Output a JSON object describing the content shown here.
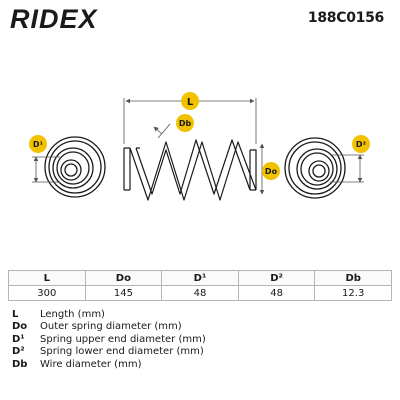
{
  "brand": {
    "logo_text": "RIDEX",
    "part_number": "188C0156"
  },
  "diagram": {
    "labels": {
      "length": "L",
      "wire_diameter": "Db",
      "outer_diameter": "Do",
      "upper_end": "D¹",
      "lower_end": "D²"
    }
  },
  "table": {
    "headers": [
      "L",
      "Do",
      "D¹",
      "D²",
      "Db"
    ],
    "values": [
      "300",
      "145",
      "48",
      "48",
      "12.3"
    ]
  },
  "legend": [
    {
      "symbol": "L",
      "description": "Length (mm)"
    },
    {
      "symbol": "Do",
      "description": "Outer spring diameter (mm)"
    },
    {
      "symbol": "D¹",
      "description": "Spring upper end diameter (mm)"
    },
    {
      "symbol": "D²",
      "description": "Spring lower end diameter (mm)"
    },
    {
      "symbol": "Db",
      "description": "Wire diameter (mm)"
    }
  ],
  "colors": {
    "badge_fill": "#f2c200",
    "line": "#1a1a1a",
    "dim_line": "#555555"
  }
}
